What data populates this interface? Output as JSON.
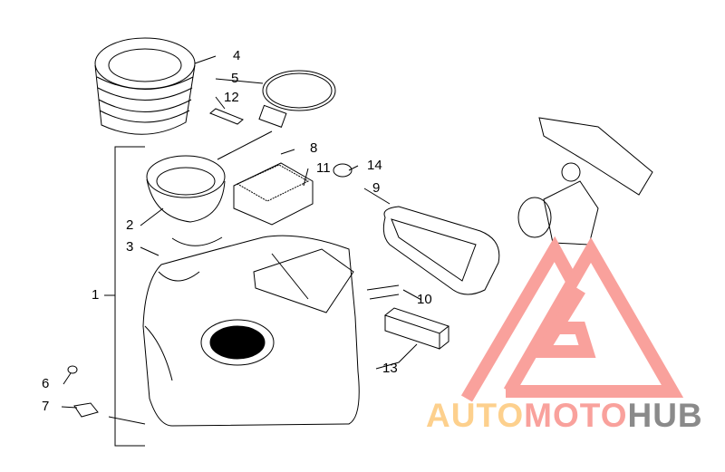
{
  "callouts": [
    "1",
    "2",
    "3",
    "4",
    "5",
    "6",
    "7",
    "8",
    "9",
    "10",
    "11",
    "12",
    "13",
    "14"
  ],
  "logo": {
    "part1": "AUTO",
    "part2": "MOTO",
    "part3": "HUB",
    "colors": {
      "auto": "#fdd08d",
      "moto": "#f9a19c",
      "hub": "#8a8a8a",
      "mark": "#f9a19c"
    }
  }
}
